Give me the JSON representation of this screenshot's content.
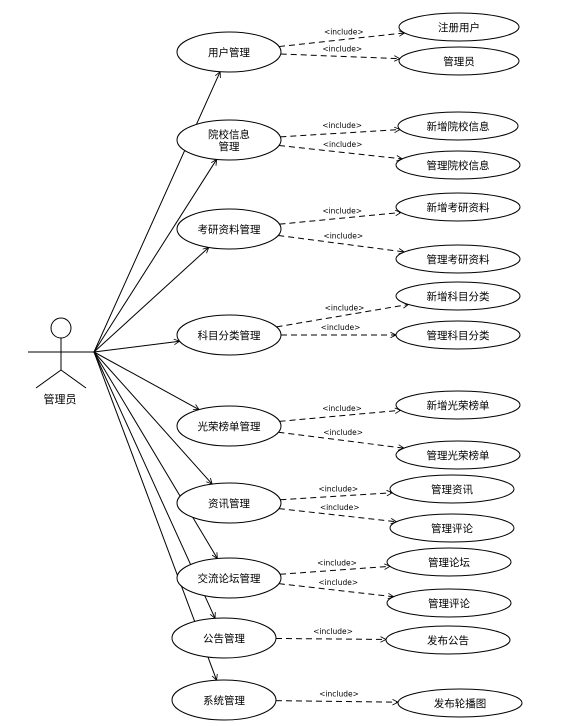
{
  "diagram": {
    "actor": {
      "label": "管理员"
    },
    "include_label": "<include>",
    "include_label_alt": "«include»",
    "use_cases": [
      {
        "label": "用户管理",
        "includes": [
          "注册用户",
          "管理员"
        ]
      },
      {
        "label": "院校信息\n管理",
        "includes": [
          "新增院校信息",
          "管理院校信息"
        ]
      },
      {
        "label": "考研资料管理",
        "includes": [
          "新增考研资料",
          "管理考研资料"
        ]
      },
      {
        "label": "科目分类管理",
        "includes": [
          "新增科目分类",
          "管理科目分类"
        ]
      },
      {
        "label": "光荣榜单管理",
        "includes": [
          "新增光荣榜单",
          "管理光荣榜单"
        ]
      },
      {
        "label": "资讯管理",
        "includes": [
          "管理资讯",
          "管理评论"
        ]
      },
      {
        "label": "交流论坛管理",
        "includes": [
          "管理论坛",
          "管理评论"
        ]
      },
      {
        "label": "公告管理",
        "includes": [
          "发布公告"
        ]
      },
      {
        "label": "系统管理",
        "includes": [
          "发布轮播图"
        ]
      }
    ]
  }
}
